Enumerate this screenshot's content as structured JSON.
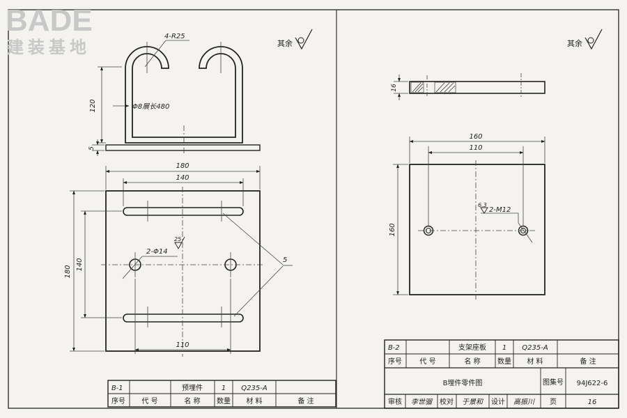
{
  "watermark": {
    "brand": "BADE",
    "subtitle": "建装基地"
  },
  "left_drawing": {
    "radius_note": "4-R25",
    "rod_note": "Φ8展长480",
    "dim_120": "120",
    "dim_5_top": "5",
    "dim_180_top": "180",
    "dim_140_top": "140",
    "dim_180_left": "180",
    "dim_140_left": "140",
    "hole_note": "2-Φ14",
    "finish_mark": "25",
    "weld_mark": "5",
    "dim_110_bottom": "110",
    "roughness_other": "其余"
  },
  "right_drawing": {
    "roughness_other": "其余",
    "dim_thickness": "16",
    "dim_160_top": "160",
    "dim_110_top": "110",
    "dim_160_left": "160",
    "finish_mark": "6.3",
    "thread_note": "2-M12"
  },
  "left_table": {
    "row": {
      "index": "B-1",
      "code": "",
      "name": "预埋件",
      "qty": "1",
      "material": "Q235-A",
      "remark": ""
    },
    "headers": [
      "序号",
      "代 号",
      "名 称",
      "数量",
      "材 料",
      "备 注"
    ]
  },
  "right_table": {
    "row": {
      "index": "B-2",
      "code": "",
      "name": "支架座板",
      "qty": "1",
      "material": "Q235-A",
      "remark": ""
    },
    "headers": [
      "序号",
      "代 号",
      "名 称",
      "数量",
      "材 料",
      "备 注"
    ],
    "drawing_title": "B埋件零件图",
    "atlas_label": "图集号",
    "atlas_no": "94J622-6",
    "sign_labels": [
      "审核",
      "校对",
      "设计"
    ],
    "signatures": [
      "李世骝",
      "于景和",
      "高振川"
    ],
    "page_label": "页",
    "page_no": "16"
  }
}
